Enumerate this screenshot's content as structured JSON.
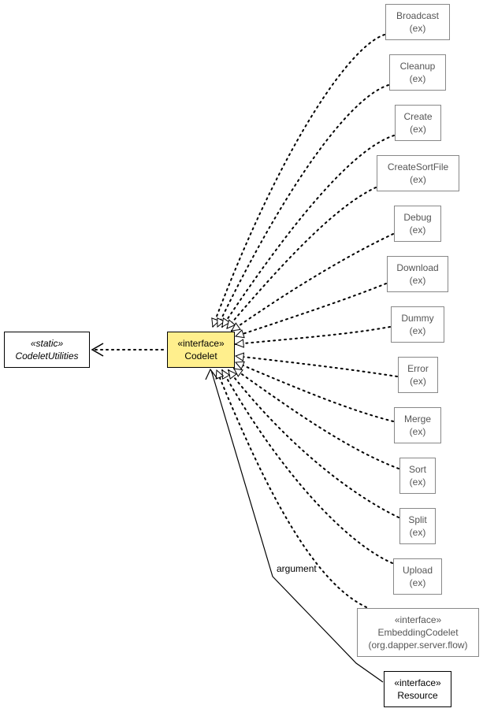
{
  "focus": {
    "stereotype": "«interface»",
    "name": "Codelet"
  },
  "utility": {
    "stereotype": "«static»",
    "name": "CodeletUtilities"
  },
  "implementors": [
    {
      "name": "Broadcast",
      "sub": "(ex)"
    },
    {
      "name": "Cleanup",
      "sub": "(ex)"
    },
    {
      "name": "Create",
      "sub": "(ex)"
    },
    {
      "name": "CreateSortFile",
      "sub": "(ex)"
    },
    {
      "name": "Debug",
      "sub": "(ex)"
    },
    {
      "name": "Download",
      "sub": "(ex)"
    },
    {
      "name": "Dummy",
      "sub": "(ex)"
    },
    {
      "name": "Error",
      "sub": "(ex)"
    },
    {
      "name": "Merge",
      "sub": "(ex)"
    },
    {
      "name": "Sort",
      "sub": "(ex)"
    },
    {
      "name": "Split",
      "sub": "(ex)"
    },
    {
      "name": "Upload",
      "sub": "(ex)"
    }
  ],
  "embedding": {
    "stereotype": "«interface»",
    "name": "EmbeddingCodelet",
    "package": "(org.dapper.server.flow)"
  },
  "resource": {
    "stereotype": "«interface»",
    "name": "Resource"
  },
  "association_label": "argument"
}
